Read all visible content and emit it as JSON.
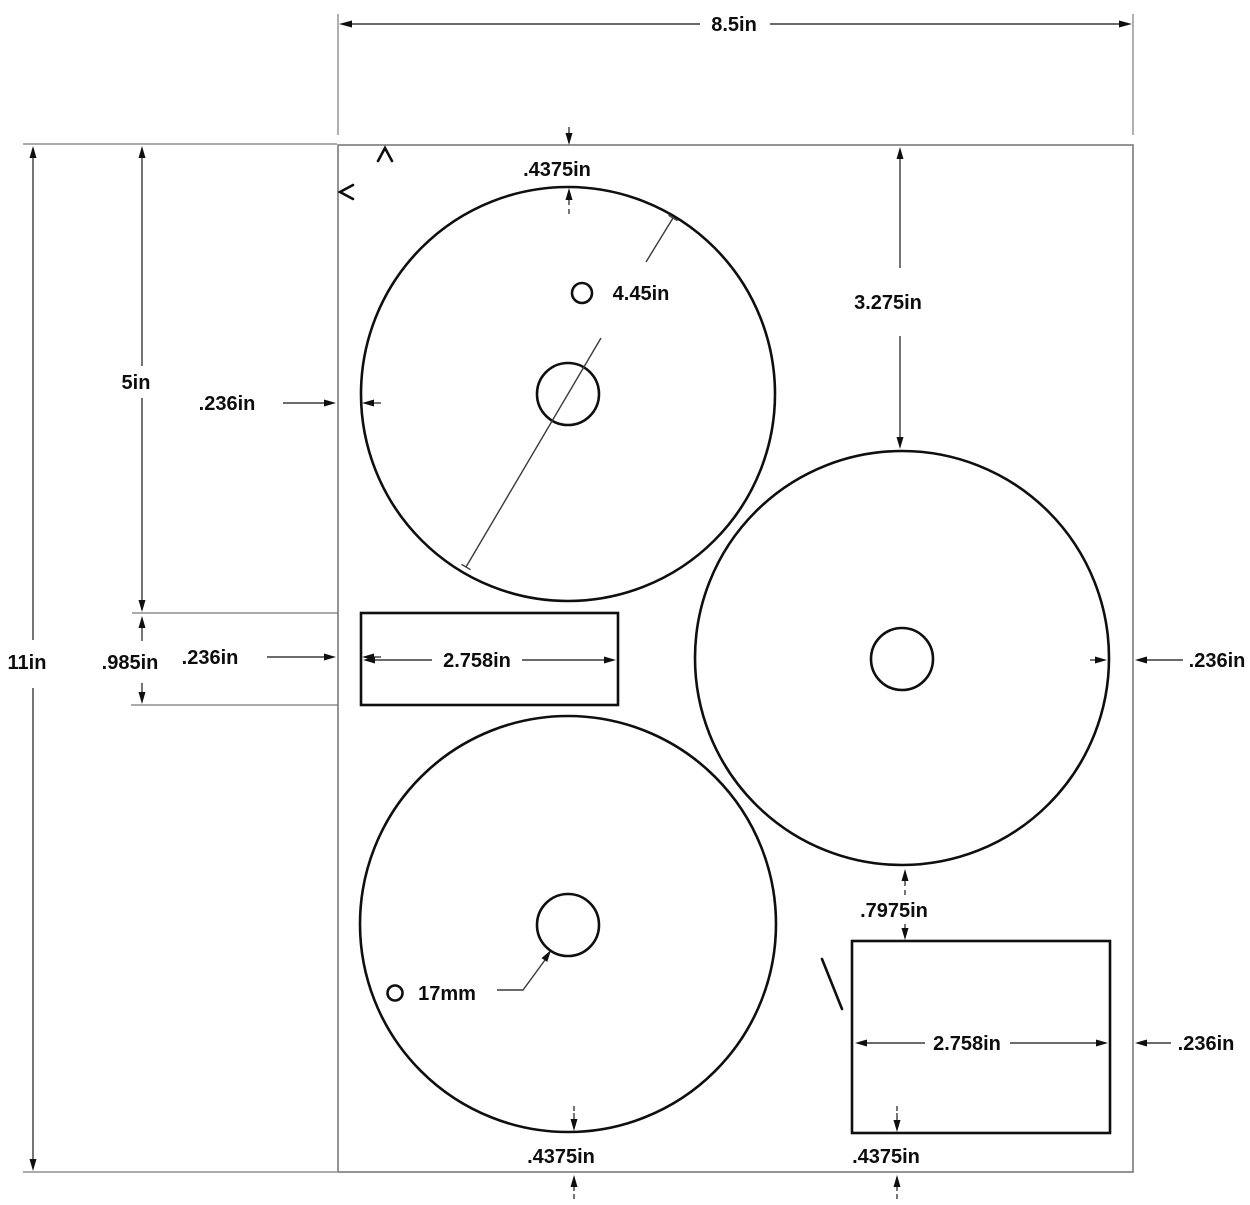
{
  "colors": {
    "background": "#ffffff",
    "ink": "#0f0f0f",
    "sheet_edge": "#7a7a7a",
    "dimension_line": "#3a3a3a"
  },
  "drawing": {
    "description": "CD label sheet dimensional drawing: 8.5in x 11in sheet with three disc labels, two spine strips, center hub holes and margin dimensions",
    "units": [
      "in",
      "mm"
    ]
  },
  "d": {
    "sheet_width": "8.5in",
    "sheet_height": "11in",
    "col_height": "5in",
    "strip_height": ".985in",
    "margin_left_top": ".236in",
    "margin_left_mid": ".236in",
    "margin_right_mid": ".236in",
    "margin_right_bottom": ".236in",
    "offset_top": ".4375in",
    "offset_bottom_left": ".4375in",
    "offset_bottom_right": ".4375in",
    "disc_diameter": "4.45in",
    "disc3_top_offset": "3.275in",
    "strip_left_width": "2.758in",
    "strip_right_width": "2.758in",
    "disc_rect_gap": ".7975in",
    "hub_diameter": "17mm"
  },
  "icons": {
    "diameter_symbol": "small circle outline (⌀) preceding diameter values",
    "datum_arrows": "open chevrons marking sheet top and left edges"
  }
}
